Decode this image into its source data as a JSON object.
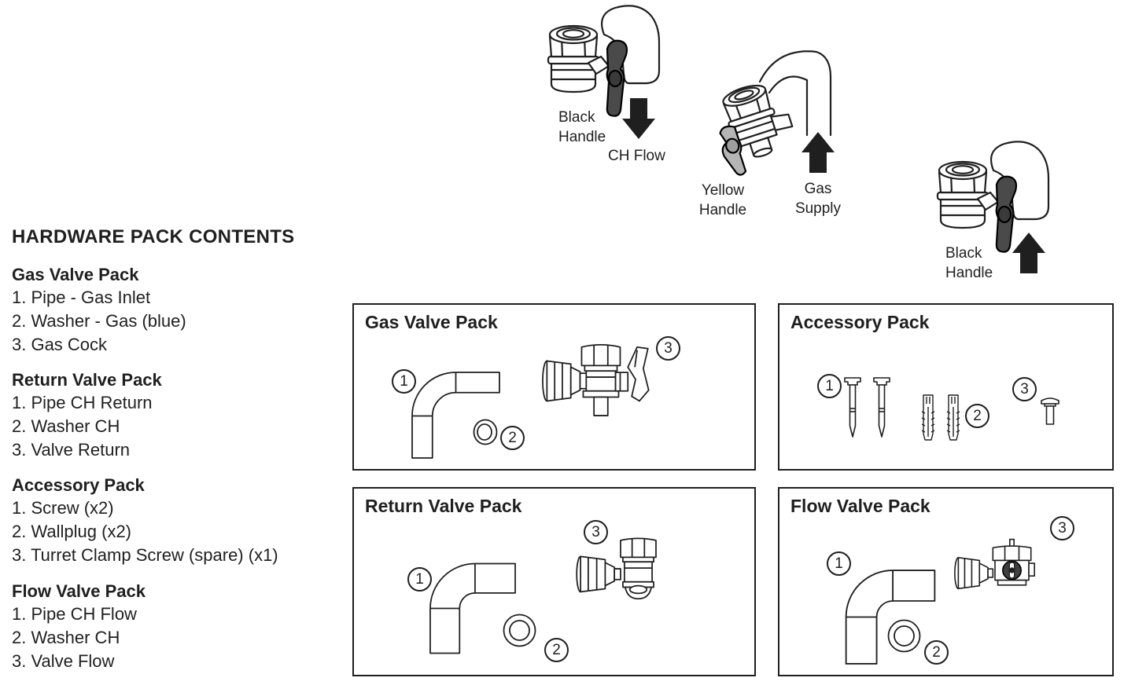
{
  "title": "HARDWARE PACK CONTENTS",
  "contents": {
    "sections": [
      {
        "heading": "Gas Valve Pack",
        "items": [
          "1. Pipe - Gas Inlet",
          "2. Washer - Gas (blue)",
          "3. Gas Cock"
        ]
      },
      {
        "heading": "Return Valve Pack",
        "items": [
          "1. Pipe CH Return",
          "2. Washer CH",
          "3. Valve Return"
        ]
      },
      {
        "heading": "Accessory Pack",
        "items": [
          "1. Screw (x2)",
          "2. Wallplug (x2)",
          "3. Turret Clamp Screw (spare) (x1)"
        ]
      },
      {
        "heading": "Flow Valve Pack",
        "items": [
          "1. Pipe CH Flow",
          "2. Washer CH",
          "3. Valve Flow"
        ]
      }
    ]
  },
  "illustrations": {
    "ch_flow": {
      "handle_label": "Black\nHandle",
      "flow_label": "CH Flow",
      "arrow": "down",
      "handle_color": "#4a4a4a"
    },
    "gas_supply": {
      "handle_label": "Yellow\nHandle",
      "flow_label": "Gas\nSupply",
      "arrow": "up",
      "handle_color": "#b5b5b5"
    },
    "ch_return": {
      "handle_label": "Black\nHandle",
      "arrow": "up",
      "handle_color": "#4a4a4a"
    }
  },
  "packs": {
    "gas": {
      "title": "Gas Valve Pack",
      "callouts": [
        "1",
        "2",
        "3"
      ]
    },
    "accessory": {
      "title": "Accessory Pack",
      "callouts": [
        "1",
        "2",
        "3"
      ]
    },
    "return": {
      "title": "Return Valve Pack",
      "callouts": [
        "1",
        "2",
        "3"
      ]
    },
    "flow": {
      "title": "Flow Valve Pack",
      "callouts": [
        "1",
        "2",
        "3"
      ]
    }
  },
  "colors": {
    "ink": "#1f1f1f",
    "arrow": "#1f1f1f",
    "dark_handle": "#4a4a4a",
    "yellow_handle": "#b5b5b5"
  }
}
